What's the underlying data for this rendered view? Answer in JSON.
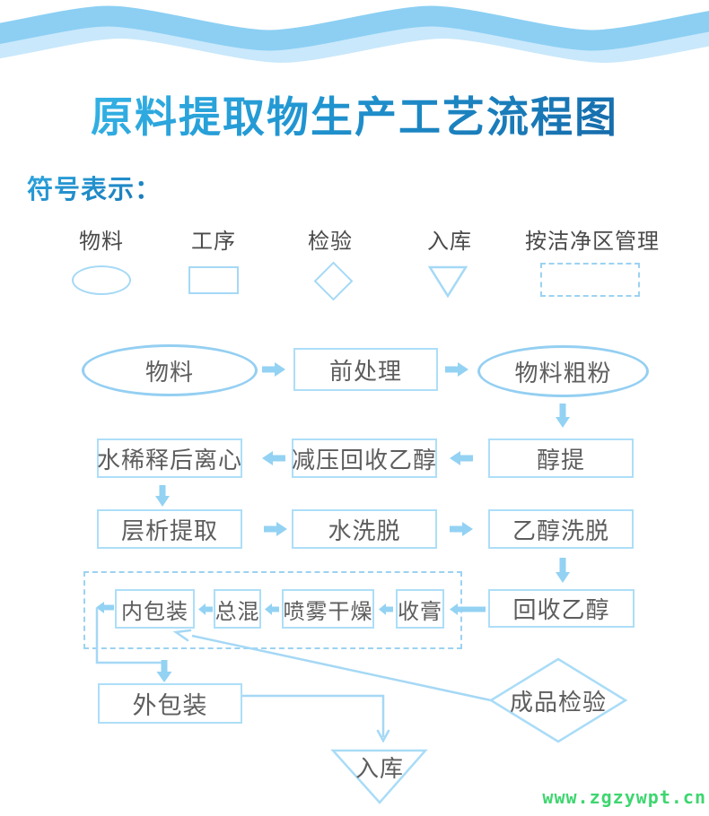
{
  "header": {
    "title": "原料提取物生产工艺流程图"
  },
  "legend": {
    "heading": "符号表示：",
    "items": [
      {
        "label": "物料",
        "shape": "ellipse"
      },
      {
        "label": "工序",
        "shape": "rectangle"
      },
      {
        "label": "检验",
        "shape": "diamond"
      },
      {
        "label": "入库",
        "shape": "triangle-down"
      },
      {
        "label": "按洁净区管理",
        "shape": "dashed-rectangle"
      }
    ]
  },
  "flowchart": {
    "nodes": {
      "material": {
        "label": "物料",
        "type": "ellipse"
      },
      "pretreatment": {
        "label": "前处理",
        "type": "process"
      },
      "coarse_powder": {
        "label": "物料粗粉",
        "type": "ellipse"
      },
      "alcohol_extraction": {
        "label": "醇提",
        "type": "process"
      },
      "vacuum_recovery": {
        "label": "减压回收乙醇",
        "type": "process"
      },
      "dilute_centrifuge": {
        "label": "水稀释后离心",
        "type": "process"
      },
      "chromatography": {
        "label": "层析提取",
        "type": "process"
      },
      "water_elution": {
        "label": "水洗脱",
        "type": "process"
      },
      "ethanol_elution": {
        "label": "乙醇洗脱",
        "type": "process"
      },
      "ethanol_recovery": {
        "label": "回收乙醇",
        "type": "process"
      },
      "paste_collection": {
        "label": "收膏",
        "type": "process"
      },
      "spray_drying": {
        "label": "喷雾干燥",
        "type": "process"
      },
      "total_mixing": {
        "label": "总混",
        "type": "process"
      },
      "inner_packaging": {
        "label": "内包装",
        "type": "process"
      },
      "outer_packaging": {
        "label": "外包装",
        "type": "process"
      },
      "product_inspection": {
        "label": "成品检验",
        "type": "inspection-diamond"
      },
      "warehousing": {
        "label": "入库",
        "type": "storage-triangle"
      }
    },
    "edges": [
      {
        "from": "material",
        "to": "pretreatment"
      },
      {
        "from": "pretreatment",
        "to": "coarse_powder"
      },
      {
        "from": "coarse_powder",
        "to": "alcohol_extraction"
      },
      {
        "from": "alcohol_extraction",
        "to": "vacuum_recovery"
      },
      {
        "from": "vacuum_recovery",
        "to": "dilute_centrifuge"
      },
      {
        "from": "dilute_centrifuge",
        "to": "chromatography"
      },
      {
        "from": "chromatography",
        "to": "water_elution"
      },
      {
        "from": "water_elution",
        "to": "ethanol_elution"
      },
      {
        "from": "ethanol_elution",
        "to": "ethanol_recovery"
      },
      {
        "from": "ethanol_recovery",
        "to": "paste_collection"
      },
      {
        "from": "paste_collection",
        "to": "spray_drying"
      },
      {
        "from": "spray_drying",
        "to": "total_mixing"
      },
      {
        "from": "total_mixing",
        "to": "inner_packaging"
      },
      {
        "from": "product_inspection",
        "to": "inner_packaging"
      },
      {
        "from": "inner_packaging",
        "to": "outer_packaging"
      },
      {
        "from": "outer_packaging",
        "to": "warehousing"
      }
    ],
    "clean_area_nodes": [
      "inner_packaging",
      "total_mixing",
      "spray_drying",
      "paste_collection"
    ]
  },
  "watermark": {
    "text": "www.zgzywpt.cn"
  },
  "colors": {
    "title_gradient_start": "#3cbfee",
    "title_gradient_end": "#135f9f",
    "shape_border": "#addef8",
    "ellipse_border": "#94cff2",
    "dashed_border": "#9cd2f1",
    "arrow": "#93d2f3",
    "node_text": "#5d5d5d",
    "legend_text": "#4a4a4a",
    "wave_front": "#8ccff3",
    "wave_back": "#c9e8fb",
    "watermark_green": "#3ed66f"
  }
}
